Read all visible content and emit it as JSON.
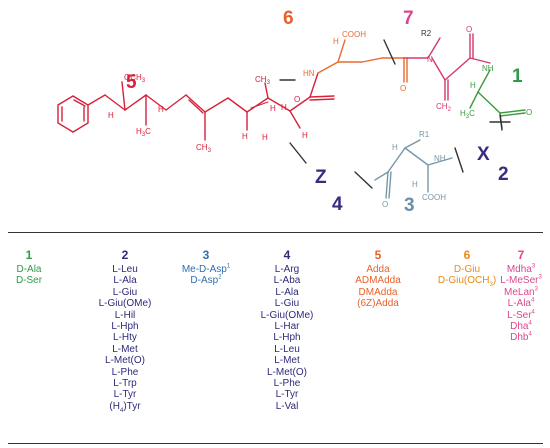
{
  "colors": {
    "position_1": "#2e9b47",
    "position_2": "#2d2a7a",
    "position_3": "#2f6fae",
    "position_4": "#2d2a7a",
    "position_5": "#e8612a",
    "position_6": "#e88a18",
    "position_7": "#d9488f",
    "adda_residue": "#d8203a",
    "glu_residue": "#ea6a2f",
    "mdha_residue": "#d43a6a",
    "ala_residue": "#3f9a3f",
    "asp_residue": "#7896a8",
    "variable_label": "#3a2a80",
    "bonds": "#333333"
  },
  "structure": {
    "region_labels": {
      "five": "5",
      "six": "6",
      "seven": "7",
      "one": "1",
      "two": "2",
      "three": "3",
      "four": "4",
      "x": "X",
      "z": "Z"
    },
    "atoms": {
      "cooh_top": "COOH",
      "cooh_bottom": "COOH",
      "r2": "R2",
      "r1": "R1",
      "n": "N",
      "nh": "NH",
      "hn": "HN",
      "h": "H",
      "o": "O",
      "och3": "OCH",
      "three": "3",
      "h3c": "H",
      "ch3": "CH",
      "ch2": "CH",
      "two": "2"
    }
  },
  "table": {
    "columns": [
      {
        "header": "1",
        "items": [
          {
            "text": "D-Ala"
          },
          {
            "text": "D-Ser"
          }
        ]
      },
      {
        "header": "2",
        "items": [
          {
            "text": "L-Leu"
          },
          {
            "text": "L-Ala"
          },
          {
            "text": "L-Giu"
          },
          {
            "text": "L-Giu(OMe)"
          },
          {
            "text": "L-Hil"
          },
          {
            "text": "L-Hph"
          },
          {
            "text": "L-Hty"
          },
          {
            "text": "L-Met"
          },
          {
            "text": "L-Met(O)"
          },
          {
            "text": "L-Phe"
          },
          {
            "text": "L-Trp"
          },
          {
            "text": "L-Tyr"
          },
          {
            "text": "Tyr",
            "prefix": "(H",
            "prefix_sub": "4",
            "prefix_close": ")"
          }
        ]
      },
      {
        "header": "3",
        "items": [
          {
            "text": "Me-D-Asp",
            "sup": "1"
          },
          {
            "text": "D-Asp",
            "sup": "2"
          }
        ]
      },
      {
        "header": "4",
        "items": [
          {
            "text": "L-Arg"
          },
          {
            "text": "L-Aba"
          },
          {
            "text": "L-Ala"
          },
          {
            "text": "L-Giu"
          },
          {
            "text": "L-Giu(OMe)"
          },
          {
            "text": "L-Har"
          },
          {
            "text": "L-Hph"
          },
          {
            "text": "L-Leu"
          },
          {
            "text": "L-Met"
          },
          {
            "text": "L-Met(O)"
          },
          {
            "text": "L-Phe"
          },
          {
            "text": "L-Tyr"
          },
          {
            "text": "L-Val"
          }
        ]
      },
      {
        "header": "5",
        "items": [
          {
            "text": "Adda"
          },
          {
            "text": "ADMAdda"
          },
          {
            "text": "DMAdda"
          },
          {
            "text": "(6Z)Adda"
          }
        ]
      },
      {
        "header": "6",
        "items": [
          {
            "text": "D-Giu"
          },
          {
            "text": "D-Giu(OCH",
            "sub": "3",
            "tail": ")"
          }
        ]
      },
      {
        "header": "7",
        "items": [
          {
            "text": "Mdha",
            "sup": "3"
          },
          {
            "text": "L-MeSer",
            "sup": "3"
          },
          {
            "text": "MeLan",
            "sup": "3"
          },
          {
            "text": "L-Ala",
            "sup": "4"
          },
          {
            "text": "L-Ser",
            "sup": "4"
          },
          {
            "text": "Dha",
            "sup": "4"
          },
          {
            "text": "Dhb",
            "sup": "4"
          }
        ]
      }
    ]
  }
}
